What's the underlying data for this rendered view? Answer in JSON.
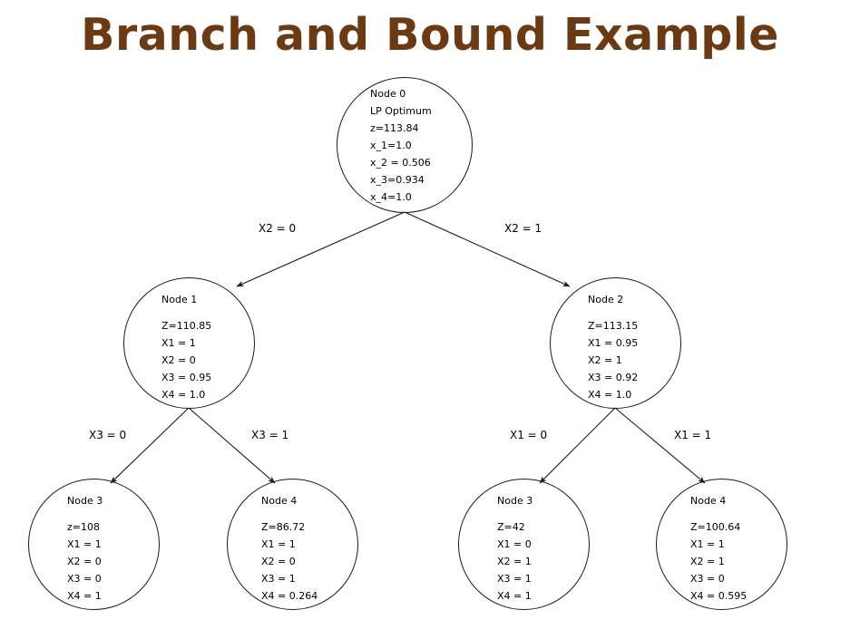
{
  "slide": {
    "title": "Branch and Bound Example",
    "title_color": "#6b3a12",
    "background_color": "#ffffff",
    "line_color": "#1a1a1a",
    "text_color": "#000000"
  },
  "tree": {
    "nodes": [
      {
        "id": "node0",
        "title": "Node 0",
        "subtitle": "LP Optimum",
        "lines": [
          "z=113.84",
          "x_1=1.0",
          "x_2 = 0.506",
          "x_3=0.934",
          "x_4=1.0"
        ]
      },
      {
        "id": "node1",
        "title": "Node 1",
        "subtitle": "",
        "lines": [
          "Z=110.85",
          "X1 = 1",
          "X2 = 0",
          "X3 = 0.95",
          "X4 = 1.0"
        ]
      },
      {
        "id": "node2",
        "title": "Node 2",
        "subtitle": "",
        "lines": [
          "Z=113.15",
          "X1 = 0.95",
          "X2 = 1",
          "X3 = 0.92",
          "X4 = 1.0"
        ]
      },
      {
        "id": "node3left",
        "title": "Node 3",
        "subtitle": "",
        "lines": [
          "z=108",
          "X1 = 1",
          "X2 = 0",
          "X3 = 0",
          "X4 = 1"
        ]
      },
      {
        "id": "node4left",
        "title": "Node 4",
        "subtitle": "",
        "lines": [
          "Z=86.72",
          "X1 = 1",
          "X2 = 0",
          "X3 = 1",
          "X4 = 0.264"
        ]
      },
      {
        "id": "node3right",
        "title": "Node 3",
        "subtitle": "",
        "lines": [
          "Z=42",
          "X1 = 0",
          "X2 = 1",
          "X3 = 1",
          "X4 = 1"
        ]
      },
      {
        "id": "node4right",
        "title": "Node 4",
        "subtitle": "",
        "lines": [
          "Z=100.64",
          "X1 = 1",
          "X2 = 1",
          "X3 = 0",
          "X4 = 0.595"
        ]
      }
    ],
    "edge_labels": [
      {
        "id": "edge-root-left",
        "label": "X2 = 0"
      },
      {
        "id": "edge-root-right",
        "label": "X2 = 1"
      },
      {
        "id": "edge-n1-left",
        "label": "X3 = 0"
      },
      {
        "id": "edge-n1-right",
        "label": "X3 = 1"
      },
      {
        "id": "edge-n2-left",
        "label": "X1 = 0"
      },
      {
        "id": "edge-n2-right",
        "label": "X1 = 1"
      }
    ]
  }
}
